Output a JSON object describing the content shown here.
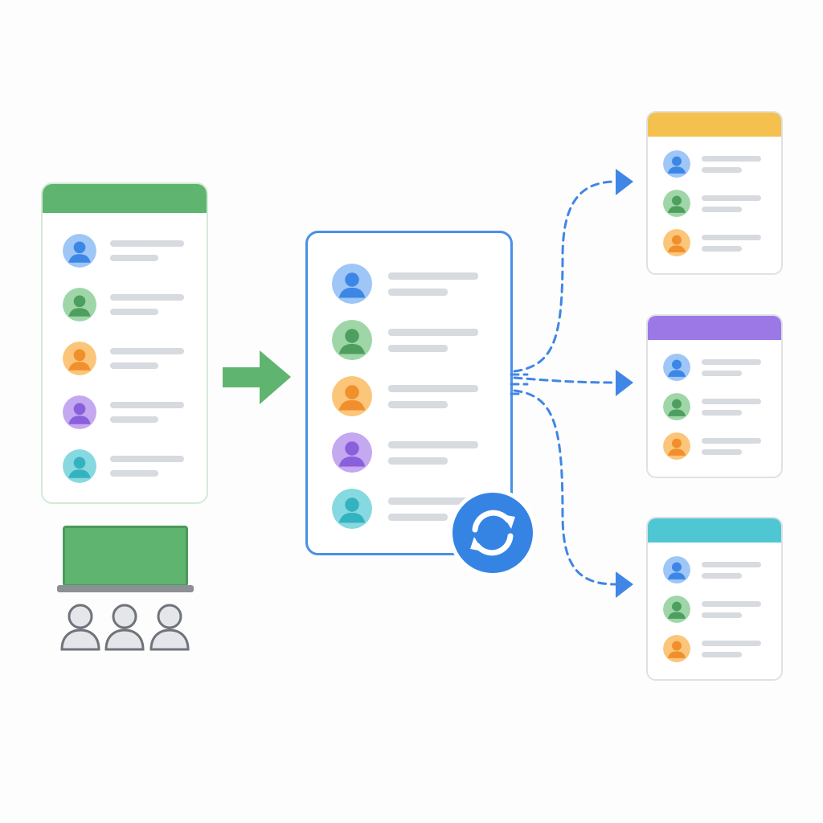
{
  "colors": {
    "background": "#fdfdfd",
    "source_header": "#5fb56f",
    "master_border": "#4a8fe7",
    "sync_badge": "#3584e4",
    "flow_arrow": "#5fb56f",
    "dashed_connector": "#3f86e6",
    "placeholder_line": "#d7dadf",
    "target_headers": [
      "#f4c04e",
      "#9b78e6",
      "#4fc7d2"
    ]
  },
  "avatar_palette": [
    {
      "color": "blue",
      "bg": "#9ec6f6",
      "fg": "#3c86e6"
    },
    {
      "color": "green",
      "bg": "#9fd6a8",
      "fg": "#4e9f5f"
    },
    {
      "color": "orange",
      "bg": "#fbc57a",
      "fg": "#f08f2c"
    },
    {
      "color": "purple",
      "bg": "#c4a8f0",
      "fg": "#8a5fdc"
    },
    {
      "color": "teal",
      "bg": "#86d9e0",
      "fg": "#35b2bf"
    }
  ],
  "source_list": {
    "header_color": "green",
    "rows": [
      "blue",
      "green",
      "orange",
      "purple",
      "teal"
    ]
  },
  "master_list": {
    "rows": [
      "blue",
      "green",
      "orange",
      "purple",
      "teal"
    ]
  },
  "target_lists": [
    {
      "header_color": "yellow",
      "rows": [
        "blue",
        "green",
        "orange"
      ]
    },
    {
      "header_color": "purple",
      "rows": [
        "blue",
        "green",
        "orange"
      ]
    },
    {
      "header_color": "teal",
      "rows": [
        "blue",
        "green",
        "orange"
      ]
    }
  ],
  "icons": {
    "flow": "right-arrow-icon",
    "sync": "sync-icon",
    "classroom": "classroom-icon",
    "person": "person-icon"
  }
}
